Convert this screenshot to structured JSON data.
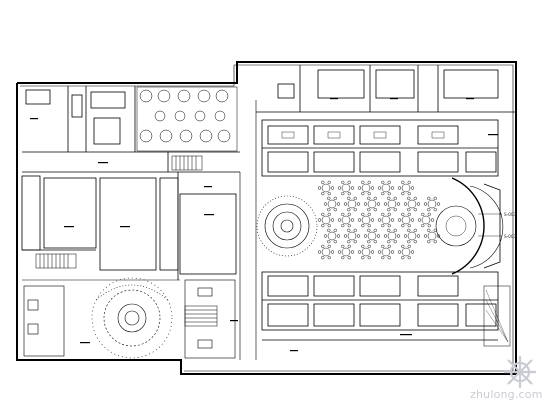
{
  "watermark": {
    "text": "zhulong.com"
  },
  "callouts": [
    "S-003",
    "S-003"
  ],
  "colors": {
    "ink": "#000000",
    "paper": "#ffffff",
    "watermark": "#c9ccd2"
  }
}
